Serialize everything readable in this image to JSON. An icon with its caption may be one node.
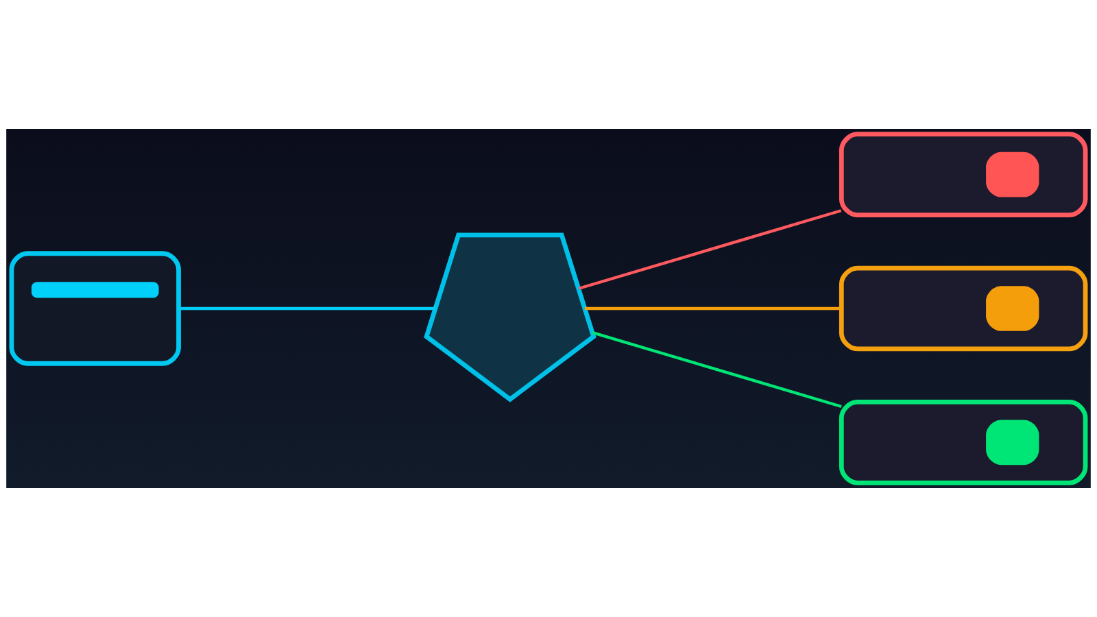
{
  "diagram": {
    "nodes": [
      {
        "text": [],
        "shape": "box"
      },
      {
        "text": [],
        "shape": "pentagon"
      },
      {
        "text": [],
        "shape": "box"
      },
      {
        "text": [],
        "shape": "box"
      },
      {
        "text": [],
        "shape": "box"
      }
    ],
    "edges": [
      {
        "from": 0,
        "to": 1,
        "arrow": "none",
        "color": "#00ccf5"
      },
      {
        "from": 1,
        "to": 2,
        "arrow": "none",
        "color": "#ff5a5f"
      },
      {
        "from": 1,
        "to": 3,
        "arrow": "none",
        "color": "#f59e0b"
      },
      {
        "from": 1,
        "to": 4,
        "arrow": "none",
        "color": "#00e676"
      }
    ]
  }
}
